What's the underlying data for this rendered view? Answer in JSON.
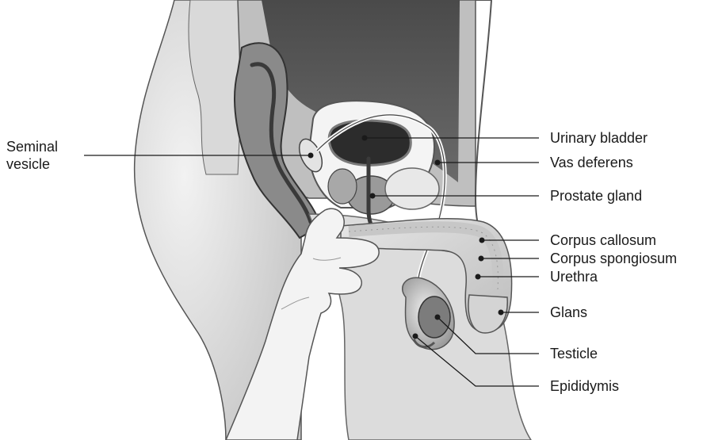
{
  "labels": {
    "seminal_vesicle": [
      "Seminal",
      "vesicle"
    ],
    "urinary_bladder": "Urinary bladder",
    "vas_deferens": "Vas deferens",
    "prostate_gland": "Prostate gland",
    "corpus_callosum": "Corpus callosum",
    "corpus_spongiosum": "Corpus spongiosum",
    "urethra": "Urethra",
    "glans": "Glans",
    "testicle": "Testicle",
    "epididymis": "Epididymis"
  }
}
